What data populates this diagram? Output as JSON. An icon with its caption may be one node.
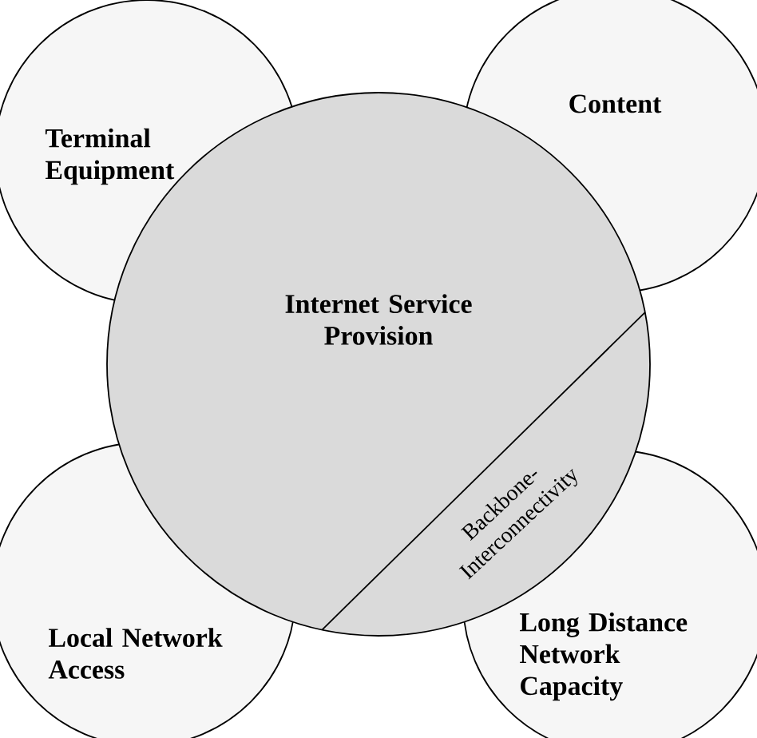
{
  "diagram": {
    "nodes": [
      {
        "text": [
          "Terminal Equipment"
        ]
      },
      {
        "text": [
          "Content"
        ]
      },
      {
        "text": [
          "Internet Service Provision"
        ]
      },
      {
        "text": [
          "Backbone- Interconnectivity"
        ]
      },
      {
        "text": [
          "Local Network Access"
        ]
      },
      {
        "text": [
          "Long Distance Network Capacity"
        ]
      }
    ]
  }
}
